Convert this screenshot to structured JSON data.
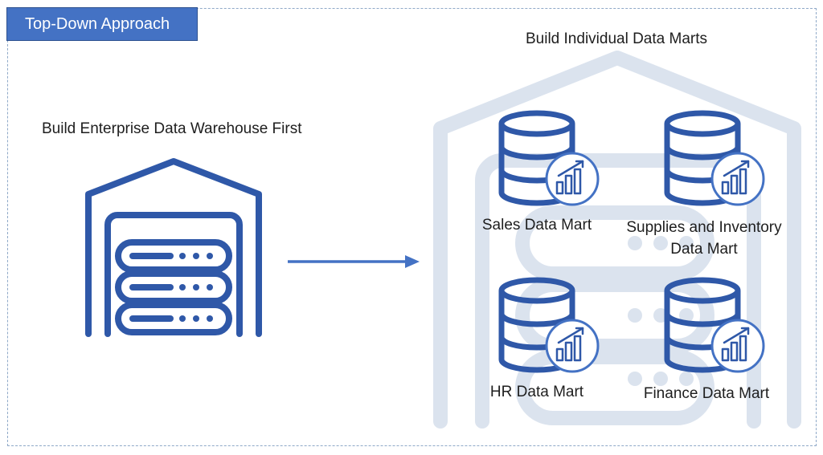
{
  "title": "Top-Down Approach",
  "left_caption": "Build Enterprise Data Warehouse First",
  "right_caption": "Build Individual Data Marts",
  "data_marts": [
    {
      "label": "Sales Data Mart"
    },
    {
      "label": "Supplies and Inventory Data Mart"
    },
    {
      "label": "HR Data Mart"
    },
    {
      "label": "Finance Data Mart"
    }
  ],
  "colors": {
    "accent": "#4472c4",
    "icon_stroke": "#2f58a8",
    "watermark": "#dbe3ee",
    "frame": "#8fa9c8"
  },
  "icons": {
    "warehouse": "warehouse-server-icon",
    "arrow": "arrow-right-icon",
    "database": "database-chart-icon"
  }
}
